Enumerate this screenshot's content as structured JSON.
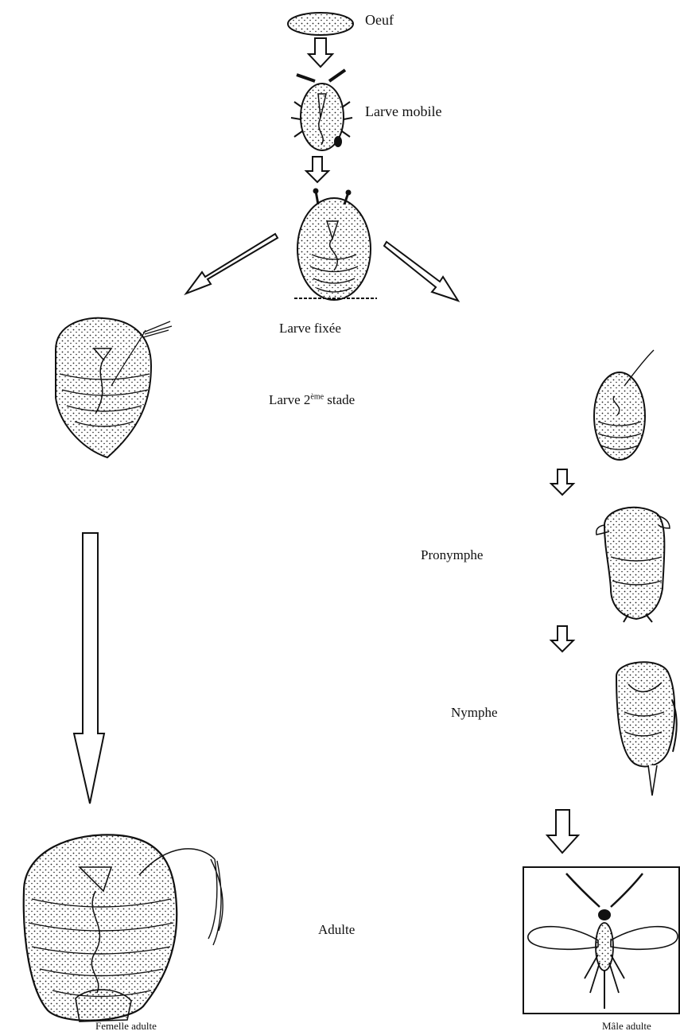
{
  "stages": {
    "egg": "Oeuf",
    "mobile_larva": "Larve mobile",
    "fixed_larva": "Larve fixée",
    "second_stage_prefix": "Larve 2",
    "second_stage_sup": "ème",
    "second_stage_suffix": " stade",
    "pronymph": "Pronymphe",
    "nymph": "Nymphe",
    "adult": "Adulte",
    "adult_female": "Femelle adulte",
    "adult_male": "Mâle adulte"
  },
  "colors": {
    "stroke": "#111111",
    "fill": "#ffffff"
  }
}
